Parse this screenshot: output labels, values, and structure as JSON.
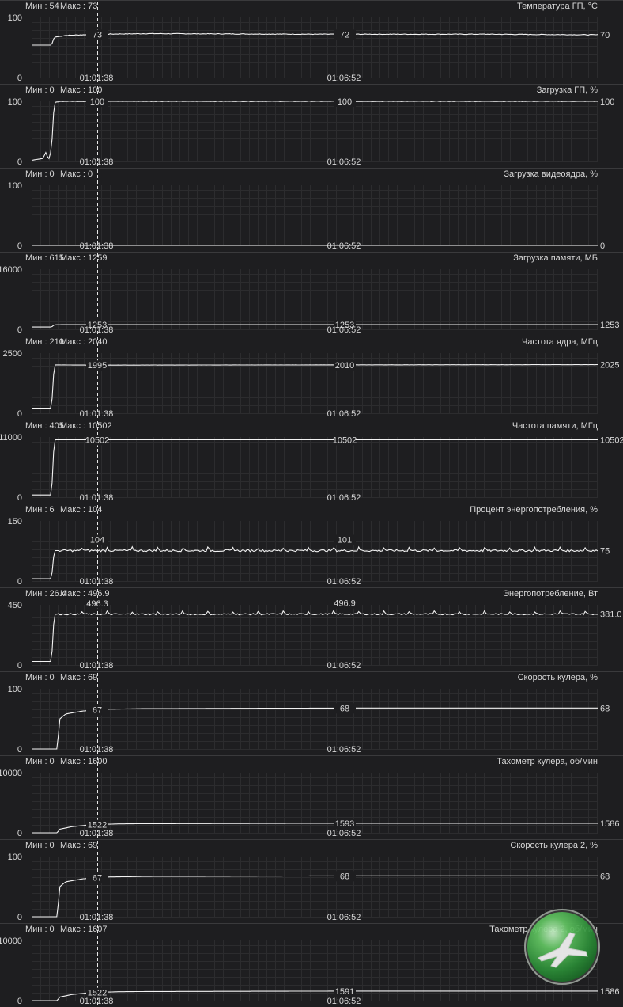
{
  "x_axis": {
    "markers": [
      {
        "label": "01:01:38",
        "pos": 0.0
      },
      {
        "label": "01:06:52",
        "pos": 1.0
      }
    ]
  },
  "panels": [
    {
      "id": "gpu-temp",
      "title": "Температура ГП, °C",
      "min_label": "Мин : 54",
      "max_label": "Макс : 73",
      "y_top": "100",
      "y_bottom": "0",
      "ymax": 100,
      "cursor1_value": "73",
      "cursor2_value": "72",
      "current_value": "70",
      "show_time": true,
      "noise": 0.5,
      "shape": [
        [
          0,
          54
        ],
        [
          0.035,
          54
        ],
        [
          0.04,
          67
        ],
        [
          0.06,
          70
        ],
        [
          0.12,
          72
        ],
        [
          0.2,
          73
        ],
        [
          0.5,
          72
        ],
        [
          0.8,
          72
        ],
        [
          1,
          71
        ]
      ]
    },
    {
      "id": "gpu-load",
      "title": "Загрузка ГП, %",
      "min_label": "Мин : 0",
      "max_label": "Макс : 100",
      "y_top": "100",
      "y_bottom": "0",
      "ymax": 100,
      "cursor1_value": "100",
      "cursor2_value": "100",
      "current_value": "100",
      "show_time": true,
      "noise": 0.4,
      "shape": [
        [
          0,
          2
        ],
        [
          0.02,
          5
        ],
        [
          0.025,
          15
        ],
        [
          0.03,
          3
        ],
        [
          0.035,
          20
        ],
        [
          0.04,
          98
        ],
        [
          0.05,
          100
        ],
        [
          1,
          100
        ]
      ]
    },
    {
      "id": "video-engine-load",
      "title": "Загрузка видеоядра, %",
      "min_label": "Мин : 0",
      "max_label": "Макс : 0",
      "y_top": "100",
      "y_bottom": "0",
      "ymax": 100,
      "cursor1_value": "",
      "cursor2_value": "",
      "current_value": "0",
      "show_time": true,
      "noise": 0,
      "shape": [
        [
          0,
          0
        ],
        [
          1,
          0
        ]
      ]
    },
    {
      "id": "memory-used",
      "title": "Загрузка памяти, МБ",
      "min_label": "Мин : 615",
      "max_label": "Макс : 1259",
      "y_top": "16000",
      "y_bottom": "0",
      "ymax": 16000,
      "cursor1_value": "1253",
      "cursor2_value": "1253",
      "current_value": "1253",
      "show_time": true,
      "noise": 0,
      "shape": [
        [
          0,
          615
        ],
        [
          0.035,
          615
        ],
        [
          0.04,
          1200
        ],
        [
          0.06,
          1253
        ],
        [
          1,
          1253
        ]
      ]
    },
    {
      "id": "core-clock",
      "title": "Частота ядра, МГц",
      "min_label": "Мин : 210",
      "max_label": "Макс : 2040",
      "y_top": "2500",
      "y_bottom": "0",
      "ymax": 2500,
      "cursor1_value": "1995",
      "cursor2_value": "2010",
      "current_value": "2025",
      "show_time": true,
      "noise": 3,
      "shape": [
        [
          0,
          210
        ],
        [
          0.035,
          210
        ],
        [
          0.04,
          2010
        ],
        [
          0.1,
          2000
        ],
        [
          0.5,
          2010
        ],
        [
          1,
          2020
        ]
      ]
    },
    {
      "id": "memory-clock",
      "title": "Частота памяти, МГц",
      "min_label": "Мин : 405",
      "max_label": "Макс : 10502",
      "y_top": "11000",
      "y_bottom": "0",
      "ymax": 11000,
      "cursor1_value": "10502",
      "cursor2_value": "10502",
      "current_value": "10502",
      "show_time": true,
      "noise": 0,
      "shape": [
        [
          0,
          405
        ],
        [
          0.035,
          405
        ],
        [
          0.04,
          10502
        ],
        [
          1,
          10502
        ]
      ]
    },
    {
      "id": "power-percent",
      "title": "Процент энергопотребления, %",
      "min_label": "Мин : 6",
      "max_label": "Макс : 104",
      "y_top": "150",
      "y_bottom": "0",
      "ymax": 150,
      "cursor1_value": "104",
      "cursor2_value": "101",
      "current_value": "75",
      "show_time": true,
      "noise": 2.5,
      "spikes": 14,
      "shape": [
        [
          0,
          6
        ],
        [
          0.035,
          6
        ],
        [
          0.04,
          76
        ],
        [
          1,
          76
        ]
      ]
    },
    {
      "id": "power-watts",
      "title": "Энергопотребление, Вт",
      "min_label": "Мин : 26.4",
      "max_label": "Макс : 496.9",
      "y_top": "450",
      "y_bottom": "0",
      "ymax": 450,
      "cursor1_value": "496.3",
      "cursor2_value": "496.9",
      "current_value": "381.0",
      "show_time": true,
      "noise": 5,
      "spikes": 40,
      "shape": [
        [
          0,
          26.4
        ],
        [
          0.035,
          26.4
        ],
        [
          0.04,
          380
        ],
        [
          1,
          381
        ]
      ]
    },
    {
      "id": "fan-speed",
      "title": "Скорость кулера, %",
      "min_label": "Мин : 0",
      "max_label": "Макс : 69",
      "y_top": "100",
      "y_bottom": "0",
      "ymax": 100,
      "cursor1_value": "67",
      "cursor2_value": "68",
      "current_value": "68",
      "show_time": true,
      "noise": 0,
      "shape": [
        [
          0,
          0
        ],
        [
          0.045,
          0
        ],
        [
          0.05,
          50
        ],
        [
          0.06,
          58
        ],
        [
          0.09,
          63
        ],
        [
          0.13,
          66
        ],
        [
          0.2,
          67
        ],
        [
          0.55,
          68
        ],
        [
          1,
          68
        ]
      ]
    },
    {
      "id": "fan-rpm",
      "title": "Тахометр кулера, об/мин",
      "min_label": "Мин : 0",
      "max_label": "Макс : 1600",
      "y_top": "10000",
      "y_bottom": "0",
      "ymax": 10000,
      "cursor1_value": "1522",
      "cursor2_value": "1593",
      "current_value": "1586",
      "show_time": true,
      "noise": 0,
      "shape": [
        [
          0,
          0
        ],
        [
          0.045,
          0
        ],
        [
          0.05,
          600
        ],
        [
          0.07,
          1000
        ],
        [
          0.1,
          1300
        ],
        [
          0.15,
          1480
        ],
        [
          0.2,
          1522
        ],
        [
          0.55,
          1593
        ],
        [
          1,
          1586
        ]
      ]
    },
    {
      "id": "fan2-speed",
      "title": "Скорость кулера 2, %",
      "min_label": "Мин : 0",
      "max_label": "Макс : 69",
      "y_top": "100",
      "y_bottom": "0",
      "ymax": 100,
      "cursor1_value": "67",
      "cursor2_value": "68",
      "current_value": "68",
      "show_time": true,
      "noise": 0,
      "shape": [
        [
          0,
          0
        ],
        [
          0.045,
          0
        ],
        [
          0.05,
          50
        ],
        [
          0.06,
          58
        ],
        [
          0.09,
          63
        ],
        [
          0.13,
          66
        ],
        [
          0.2,
          67
        ],
        [
          0.55,
          68
        ],
        [
          1,
          68
        ]
      ]
    },
    {
      "id": "fan2-rpm",
      "title": "Тахометр кулера 2, об/мин",
      "min_label": "Мин : 0",
      "max_label": "Макс : 1607",
      "y_top": "10000",
      "y_bottom": "0",
      "ymax": 10000,
      "cursor1_value": "1522",
      "cursor2_value": "1591",
      "current_value": "1586",
      "show_time": true,
      "noise": 0,
      "shape": [
        [
          0,
          0
        ],
        [
          0.045,
          0
        ],
        [
          0.05,
          600
        ],
        [
          0.07,
          1000
        ],
        [
          0.1,
          1300
        ],
        [
          0.15,
          1480
        ],
        [
          0.2,
          1522
        ],
        [
          0.55,
          1591
        ],
        [
          1,
          1586
        ]
      ]
    }
  ],
  "colors": {
    "background": "#1e1e20",
    "grid": "#2c2c2e",
    "line": "#f2f2f2",
    "text": "#d8d8d8"
  }
}
